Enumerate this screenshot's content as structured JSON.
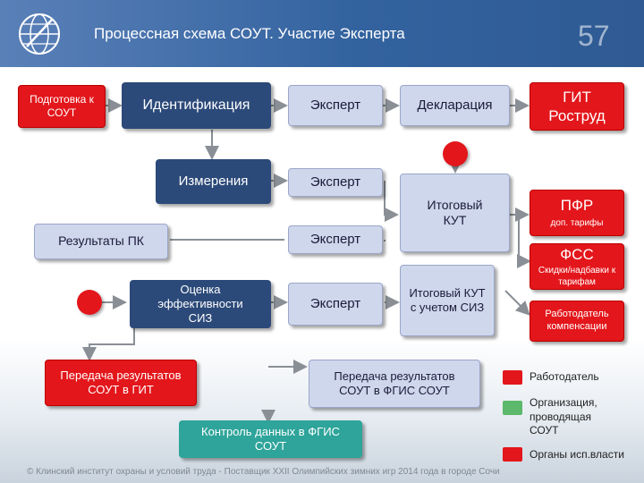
{
  "header": {
    "title": "Процессная схема СОУТ. Участие Эксперта",
    "page_number": "57"
  },
  "nodes": {
    "prep": "Подготовка к СОУТ",
    "identification": "Идентификация",
    "expert1": "Эксперт",
    "declaration": "Декларация",
    "git_rostrud": "ГИТ Роструд",
    "measurements": "Измерения",
    "expert2": "Эксперт",
    "final_kut": "Итоговый КУТ",
    "pfr": "ПФР",
    "pfr_sub": "доп. тарифы",
    "results_pk": "Результаты ПК",
    "expert3": "Эксперт",
    "fss": "ФСС",
    "fss_sub": "Скидки/надбавки к тарифам",
    "siz_eval": "Оценка эффективности СИЗ",
    "expert4": "Эксперт",
    "final_kut_siz": "Итоговый КУТ с учетом СИЗ",
    "employer_comp": "Работодатель компенсации",
    "transfer_git": "Передача результатов СОУТ в ГИТ",
    "transfer_fgis": "Передача результатов СОУТ в ФГИС СОУТ",
    "control_fgis": "Контроль данных в ФГИС СОУТ"
  },
  "legend": [
    {
      "label": "Работодатель",
      "color": "#e3161b"
    },
    {
      "label": "Организация, проводящая СОУТ",
      "color": "#5cb86a"
    },
    {
      "label": "Органы исп.власти",
      "color": "#e3161b"
    }
  ],
  "footer": "© Клинский институт охраны и условий труда - Поставщик XXII Олимпийских зимних игр 2014 года в городе Сочи"
}
